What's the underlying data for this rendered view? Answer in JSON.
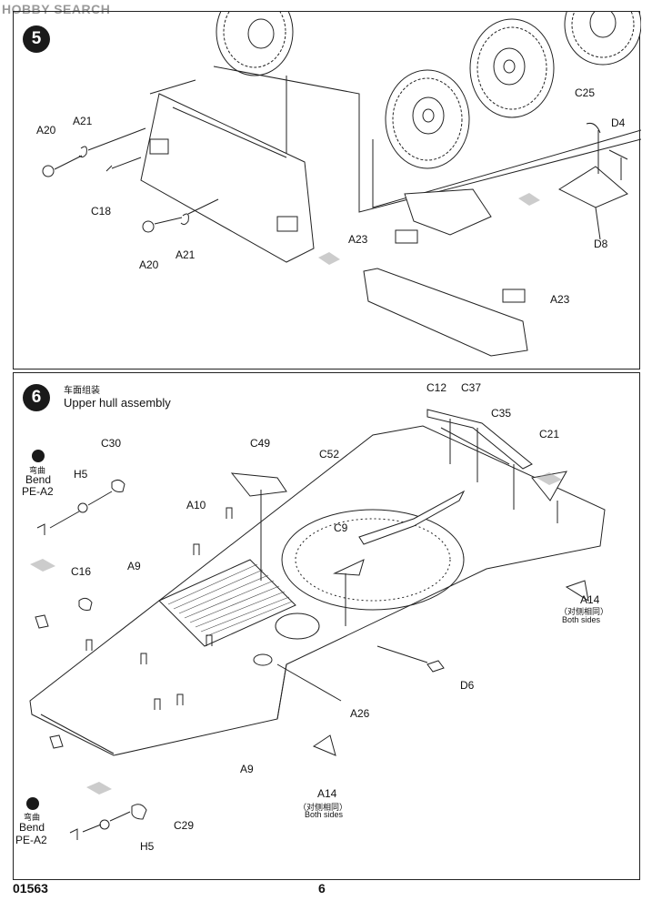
{
  "watermark": "HOBBY SEARCH",
  "step5": {
    "number": "5",
    "labels": {
      "a20_top": "A20",
      "a21_top": "A21",
      "c18": "C18",
      "a20_bottom": "A20",
      "a21_bottom": "A21",
      "c25": "C25",
      "d4": "D4",
      "d8": "D8",
      "a23_left": "A23",
      "a23_right": "A23"
    }
  },
  "step6": {
    "number": "6",
    "title_cn": "车面组装",
    "title_en": "Upper hull assembly",
    "bend_cn": "弯曲",
    "bend_en": "Bend",
    "pe_a2": "PE-A2",
    "labels": {
      "c12": "C12",
      "c37": "C37",
      "c35": "C35",
      "c21": "C21",
      "c30": "C30",
      "h5_top": "H5",
      "c49": "C49",
      "c52": "C52",
      "a10": "A10",
      "c9": "C9",
      "c16": "C16",
      "a9_top": "A9",
      "a14_right": "A14",
      "both_sides_cn_right": "（对侧相同）",
      "both_sides_right": "Both sides",
      "d6": "D6",
      "a26": "A26",
      "a9_bottom": "A9",
      "a14_bottom": "A14",
      "both_sides_cn_bottom": "（对侧相同）",
      "both_sides_bottom": "Both sides",
      "c29": "C29",
      "h5_bottom": "H5"
    }
  },
  "footer": {
    "code": "01563",
    "page": "6"
  }
}
